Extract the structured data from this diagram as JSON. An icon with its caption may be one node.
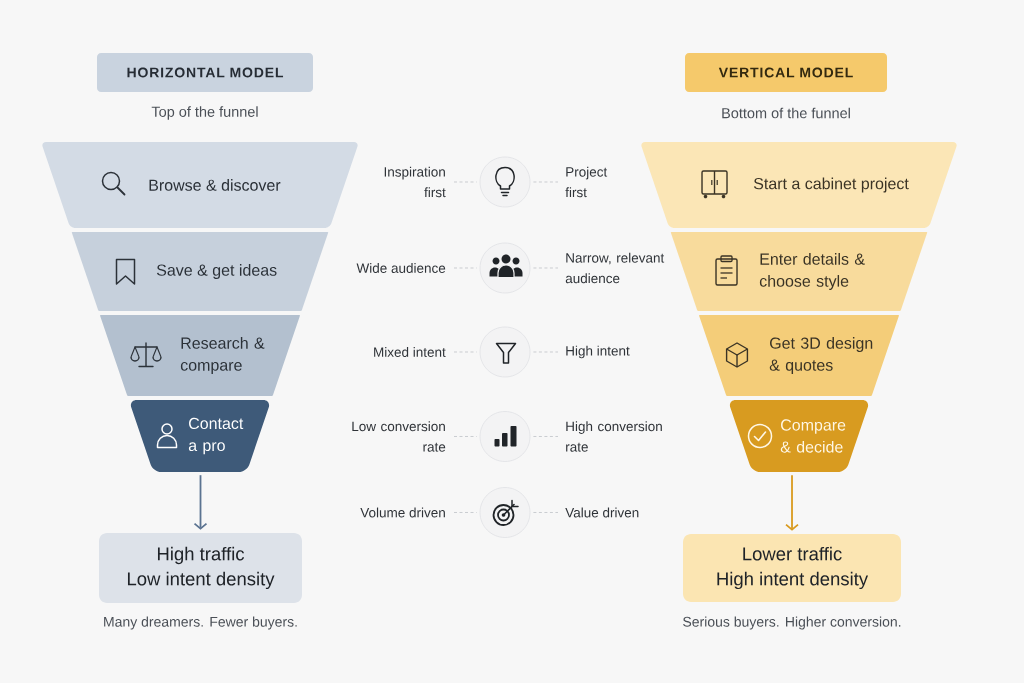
{
  "diagram": {
    "nodes": [
      {
        "text": [
          "HORIZONTAL MODEL"
        ],
        "beside": [
          "Top of the funnel"
        ]
      },
      {
        "text": [
          "Browse & discover"
        ]
      },
      {
        "text": [
          "Save & get ideas"
        ]
      },
      {
        "text": [
          "Research & compare"
        ]
      },
      {
        "text": [
          "Contact a pro"
        ]
      },
      {
        "text": [
          "High traffic",
          "Low intent density"
        ],
        "beside": [
          "Many dreamers. Fewer buyers."
        ]
      },
      {
        "text": [
          "Inspiration first"
        ]
      },
      {
        "text": [],
        "shape": "circle"
      },
      {
        "text": [
          "Project first"
        ]
      },
      {
        "text": [
          "Wide audience"
        ]
      },
      {
        "text": [],
        "shape": "circle"
      },
      {
        "text": [
          "Narrow, relevant audience"
        ]
      },
      {
        "text": [
          "Mixed intent"
        ]
      },
      {
        "text": [],
        "shape": "circle"
      },
      {
        "text": [
          "High intent"
        ]
      },
      {
        "text": [
          "Low conversion rate"
        ]
      },
      {
        "text": [],
        "shape": "circle"
      },
      {
        "text": [
          "High conversion rate"
        ]
      },
      {
        "text": [
          "Volume driven"
        ]
      },
      {
        "text": [],
        "shape": "circle"
      },
      {
        "text": [
          "Value driven"
        ]
      },
      {
        "text": [
          "VERTICAL MODEL"
        ],
        "beside": [
          "Bottom of the funnel"
        ]
      },
      {
        "text": [
          "Start a cabinet project"
        ]
      },
      {
        "text": [
          "Enter details & choose style"
        ]
      },
      {
        "text": [
          "Get 3D design & quotes"
        ]
      },
      {
        "text": [
          "Compare & decide"
        ]
      },
      {
        "text": [
          "Lower traffic",
          "High intent density"
        ],
        "beside": [
          "Serious buyers. Higher conversion."
        ]
      }
    ],
    "edges": [
      {
        "from": 4,
        "to": 5,
        "arrow": "to",
        "color": "#5b7391"
      },
      {
        "from": 6,
        "to": 7,
        "arrow": "none",
        "style": "dashed"
      },
      {
        "from": 7,
        "to": 8,
        "arrow": "none",
        "style": "dashed"
      },
      {
        "from": 9,
        "to": 10,
        "arrow": "none",
        "style": "dashed"
      },
      {
        "from": 10,
        "to": 11,
        "arrow": "none",
        "style": "dashed"
      },
      {
        "from": 12,
        "to": 13,
        "arrow": "none",
        "style": "dashed"
      },
      {
        "from": 13,
        "to": 14,
        "arrow": "none",
        "style": "dashed"
      },
      {
        "from": 15,
        "to": 16,
        "arrow": "none",
        "style": "dashed"
      },
      {
        "from": 16,
        "to": 17,
        "arrow": "none",
        "style": "dashed"
      },
      {
        "from": 18,
        "to": 19,
        "arrow": "none",
        "style": "dashed"
      },
      {
        "from": 19,
        "to": 20,
        "arrow": "none",
        "style": "dashed"
      },
      {
        "from": 25,
        "to": 26,
        "arrow": "to",
        "color": "#d99a1e"
      }
    ]
  }
}
